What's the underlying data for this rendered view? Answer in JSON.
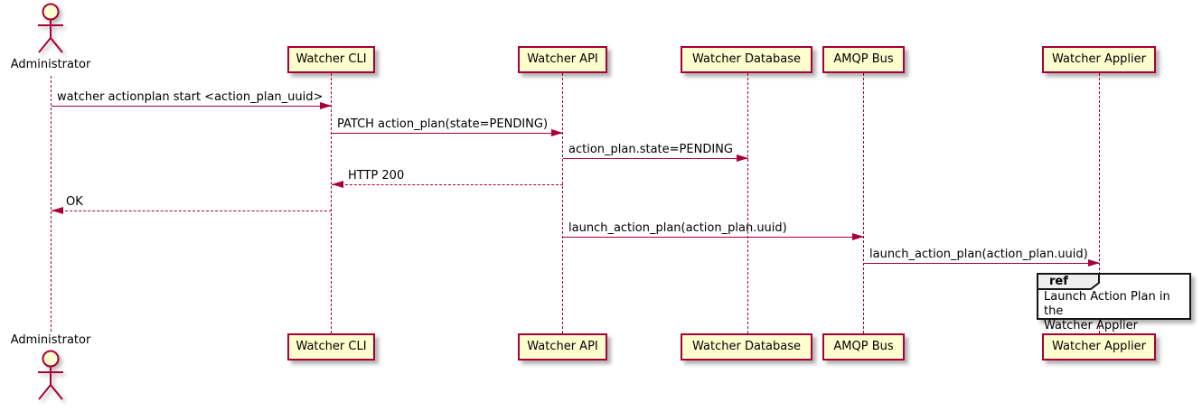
{
  "diagram": {
    "type": "uml-sequence",
    "colors": {
      "accent": "#A80036",
      "participant_fill": "#FEFECE",
      "ref_header_fill": "#EEEEEE",
      "text": "#000000",
      "background": "#FFFFFF"
    },
    "actor": {
      "label": "Administrator"
    },
    "participants": [
      {
        "label": "Watcher CLI"
      },
      {
        "label": "Watcher API"
      },
      {
        "label": "Watcher Database"
      },
      {
        "label": "AMQP Bus"
      },
      {
        "label": "Watcher Applier"
      }
    ],
    "messages": [
      {
        "label": "watcher actionplan start <action_plan_uuid>",
        "from": "Administrator",
        "to": "Watcher CLI",
        "style": "solid"
      },
      {
        "label": "PATCH action_plan(state=PENDING)",
        "from": "Watcher CLI",
        "to": "Watcher API",
        "style": "solid"
      },
      {
        "label": "action_plan.state=PENDING",
        "from": "Watcher API",
        "to": "Watcher Database",
        "style": "solid"
      },
      {
        "label": "HTTP 200",
        "from": "Watcher API",
        "to": "Watcher CLI",
        "style": "dashed"
      },
      {
        "label": "OK",
        "from": "Watcher CLI",
        "to": "Administrator",
        "style": "dashed"
      },
      {
        "label": "launch_action_plan(action_plan.uuid)",
        "from": "Watcher API",
        "to": "AMQP Bus",
        "style": "solid"
      },
      {
        "label": "launch_action_plan(action_plan.uuid)",
        "from": "AMQP Bus",
        "to": "Watcher Applier",
        "style": "solid"
      }
    ],
    "ref": {
      "keyword": "ref",
      "text": "Launch Action Plan in the\nWatcher Applier",
      "over": "Watcher Applier"
    }
  }
}
